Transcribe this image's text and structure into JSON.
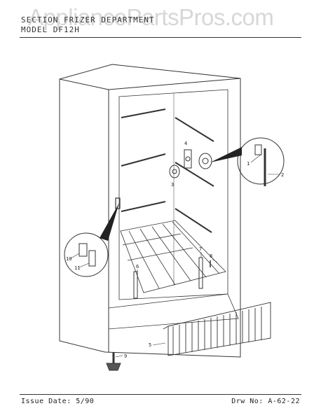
{
  "watermark": "AppliancePartsPros.com",
  "header": {
    "section": "SECTION  FRIZER  DEPARTMENT",
    "model": "MODEL   DF12H"
  },
  "callouts": [
    "1",
    "2",
    "3",
    "4",
    "5",
    "6",
    "7",
    "8",
    "9",
    "10",
    "11"
  ],
  "footer": {
    "issue_date": "Issue Date: 5/90",
    "drawing_no": "Drw No: A-62-22"
  }
}
